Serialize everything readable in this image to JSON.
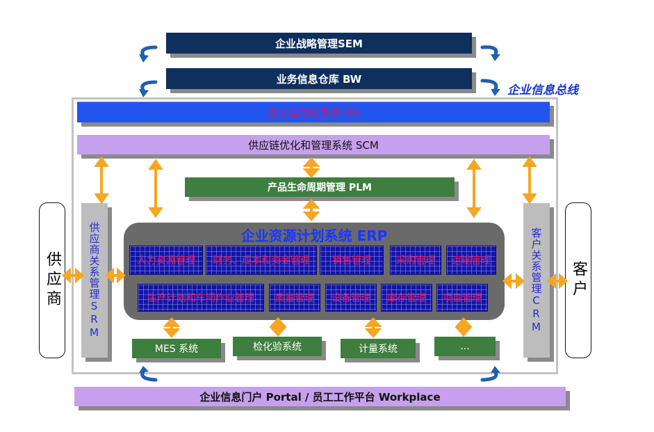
{
  "top": {
    "sem": "企业战略管理SEM",
    "bw": "业务信息仓库 BW",
    "bus_label": "企业信息总线"
  },
  "oa": "办公自动化系统 OA",
  "scm": "供应链优化和管理系统 SCM",
  "plm": "产品生命周期管理 PLM",
  "erp": {
    "title": "企业资源计划系统 ERP",
    "row1": [
      "人力资源管理",
      "财务、成本和资金管理",
      "销售管理",
      "采购管理",
      "运输管理"
    ],
    "row2": [
      "生产计划和车间作业管理",
      "质量管理",
      "设备管理",
      "库存管理",
      "项目管理"
    ]
  },
  "bottom_systems": [
    "MES 系统",
    "检化验系统",
    "计量系统",
    "..."
  ],
  "srm": "供应商关系管理SRM",
  "crm": "客户关系管理CRM",
  "supplier": "供应商",
  "customer": "客户",
  "portal": "企业信息门户 Portal / 员工工作平台 Workplace",
  "colors": {
    "navy": "#0f2f5c",
    "oa_blue": "#2255ee",
    "purple": "#c6a0ec",
    "green": "#3e7e3e",
    "orange": "#f5a623",
    "module_blue": "#1414a8",
    "module_text": "#e81e63"
  }
}
